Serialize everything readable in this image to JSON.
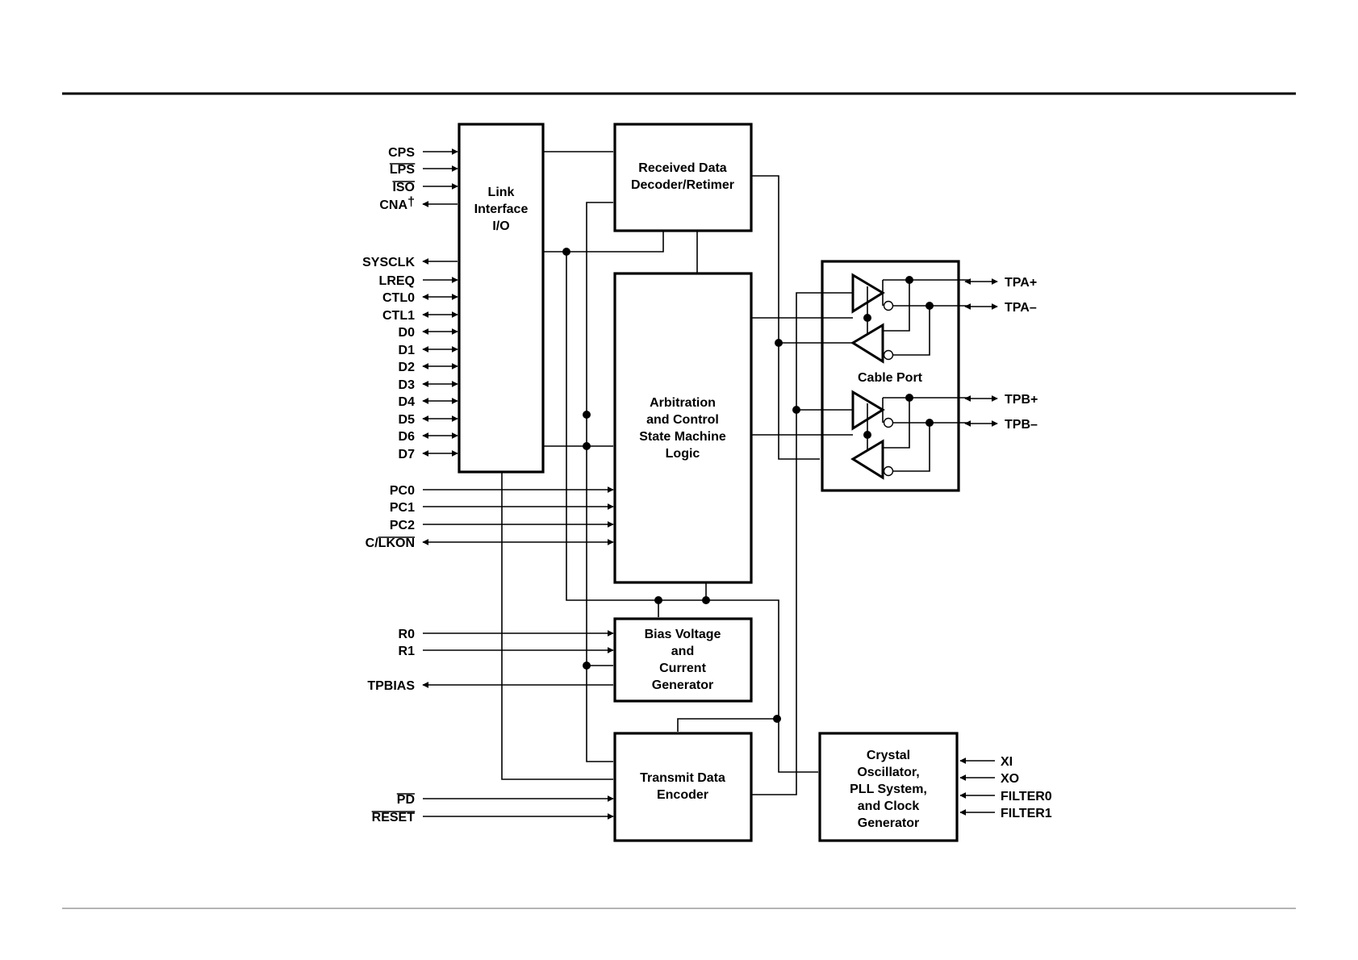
{
  "blocks": {
    "link": [
      "Link",
      "Interface",
      "I/O"
    ],
    "rx": [
      "Received Data",
      "Decoder/Retimer"
    ],
    "arb": [
      "Arbitration",
      "and Control",
      "State Machine",
      "Logic"
    ],
    "cable": [
      "Cable Port"
    ],
    "bias": [
      "Bias Voltage",
      "and",
      "Current",
      "Generator"
    ],
    "tx": [
      "Transmit Data",
      "Encoder"
    ],
    "osc": [
      "Crystal",
      "Oscillator,",
      "PLL System,",
      "and Clock",
      "Generator"
    ]
  },
  "signals": {
    "cps": "CPS",
    "lps": "LPS",
    "iso": "ISO",
    "cna": "CNA",
    "cna_mark": "†",
    "sysclk": "SYSCLK",
    "lreq": "LREQ",
    "ctl0": "CTL0",
    "ctl1": "CTL1",
    "d0": "D0",
    "d1": "D1",
    "d2": "D2",
    "d3": "D3",
    "d4": "D4",
    "d5": "D5",
    "d6": "D6",
    "d7": "D7",
    "pc0": "PC0",
    "pc1": "PC1",
    "pc2": "PC2",
    "clkon": "C/LKON",
    "r0": "R0",
    "r1": "R1",
    "tpbias": "TPBIAS",
    "pd": "PD",
    "reset": "RESET",
    "tpa_p": "TPA+",
    "tpa_m": "TPA–",
    "tpb_p": "TPB+",
    "tpb_m": "TPB–",
    "xi": "XI",
    "xo": "XO",
    "filter0": "FILTER0",
    "filter1": "FILTER1"
  }
}
